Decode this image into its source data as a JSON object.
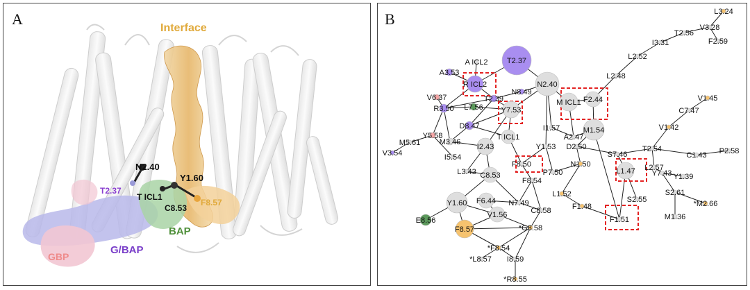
{
  "panel_a": {
    "letter": "A",
    "labels": {
      "interface": "Interface",
      "n240": "N2.40",
      "y160": "Y1.60",
      "t237": "T2.37",
      "ticl1": "T ICL1",
      "c853": "C8.53",
      "f857": "F8.57",
      "bap": "BAP",
      "gbap": "G/BAP",
      "gbp": "GBP"
    },
    "colors": {
      "interface": "#e0a93a",
      "purple": "#8a3fd0",
      "green": "#4f8f3a",
      "pink": "#ef8a8a",
      "gbap": "#7a3fc9"
    }
  },
  "panel_b": {
    "letter": "B",
    "colors": {
      "purple": "#a98ef0",
      "gray": "#dedede",
      "orange": "#f6c36f",
      "green": "#5c9a5c",
      "pink": "#f4a6a6",
      "box": "#e32222"
    },
    "nodes": [
      {
        "id": "L324",
        "label": "L3.24",
        "c": "orange"
      },
      {
        "id": "T256",
        "label": "T2.56",
        "c": "gray"
      },
      {
        "id": "V328",
        "label": "V3.28",
        "c": "gray"
      },
      {
        "id": "F259",
        "label": "F2.59",
        "c": "gray"
      },
      {
        "id": "I331",
        "label": "I3.31",
        "c": "gray"
      },
      {
        "id": "L252",
        "label": "L2.52",
        "c": "gray"
      },
      {
        "id": "L248",
        "label": "L2.48",
        "c": "gray"
      },
      {
        "id": "V145",
        "label": "V1.45",
        "c": "orange"
      },
      {
        "id": "C747",
        "label": "C7.47",
        "c": "gray"
      },
      {
        "id": "V142",
        "label": "V1.42",
        "c": "orange"
      },
      {
        "id": "T254",
        "label": "T2.54",
        "c": "gray"
      },
      {
        "id": "C143",
        "label": "C1.43",
        "c": "gray"
      },
      {
        "id": "P258",
        "label": "P2.58",
        "c": "gray"
      },
      {
        "id": "L257",
        "label": "L2.57",
        "c": "gray"
      },
      {
        "id": "Y743",
        "label": "Y7.43",
        "c": "gray"
      },
      {
        "id": "Y139",
        "label": "Y1.39",
        "c": "gray"
      },
      {
        "id": "S261",
        "label": "S2.61",
        "c": "gray"
      },
      {
        "id": "M266",
        "label": "*M2.66",
        "c": "orange"
      },
      {
        "id": "M136",
        "label": "M1.36",
        "c": "gray"
      },
      {
        "id": "T237",
        "label": "T2.37",
        "c": "purple"
      },
      {
        "id": "AICL2",
        "label": "A ICL2",
        "c": "gray"
      },
      {
        "id": "A353",
        "label": "A3.53",
        "c": "purple"
      },
      {
        "id": "RICL2",
        "label": "R ICL2",
        "c": "purple"
      },
      {
        "id": "N240",
        "label": "N2.40",
        "c": "gray"
      },
      {
        "id": "N849",
        "label": "N8.49",
        "c": "purple"
      },
      {
        "id": "T239",
        "label": "T2.39",
        "c": "purple"
      },
      {
        "id": "MICL1",
        "label": "M ICL1",
        "c": "gray"
      },
      {
        "id": "F244",
        "label": "F2.44",
        "c": "gray"
      },
      {
        "id": "V637",
        "label": "V6.37",
        "c": "pink"
      },
      {
        "id": "R350",
        "label": "R3.50",
        "c": "purple"
      },
      {
        "id": "L756",
        "label": "L7.56",
        "c": "green"
      },
      {
        "id": "Y753",
        "label": "Y7.53",
        "c": "gray"
      },
      {
        "id": "I157",
        "label": "I1.57",
        "c": "gray"
      },
      {
        "id": "M154",
        "label": "M1.54",
        "c": "gray"
      },
      {
        "id": "A247",
        "label": "A2.47",
        "c": "gray"
      },
      {
        "id": "D847",
        "label": "D8.47",
        "c": "purple"
      },
      {
        "id": "Y558",
        "label": "Y5.58",
        "c": "pink"
      },
      {
        "id": "TICL1",
        "label": "T ICL1",
        "c": "gray"
      },
      {
        "id": "M346",
        "label": "M3.46",
        "c": "gray"
      },
      {
        "id": "I243",
        "label": "I2.43",
        "c": "gray"
      },
      {
        "id": "Y153",
        "label": "Y1.53",
        "c": "gray"
      },
      {
        "id": "D250",
        "label": "D2.50",
        "c": "gray"
      },
      {
        "id": "S746",
        "label": "S7.46",
        "c": "gray"
      },
      {
        "id": "M561",
        "label": "M5.61",
        "c": "gray"
      },
      {
        "id": "V354",
        "label": "V3.54",
        "c": "purple"
      },
      {
        "id": "I554",
        "label": "I5.54",
        "c": "gray"
      },
      {
        "id": "N150",
        "label": "N1.50",
        "c": "orange"
      },
      {
        "id": "F850",
        "label": "F8.50",
        "c": "gray"
      },
      {
        "id": "L147",
        "label": "L1.47",
        "c": "gray"
      },
      {
        "id": "L343",
        "label": "L3.43",
        "c": "gray"
      },
      {
        "id": "C853",
        "label": "C8.53",
        "c": "gray"
      },
      {
        "id": "P750",
        "label": "P7.50",
        "c": "gray"
      },
      {
        "id": "F854",
        "label": "F8.54",
        "c": "gray"
      },
      {
        "id": "L152",
        "label": "L1.52",
        "c": "orange"
      },
      {
        "id": "S255",
        "label": "S2.55",
        "c": "gray"
      },
      {
        "id": "F644",
        "label": "F6.44",
        "c": "gray"
      },
      {
        "id": "N749",
        "label": "N7.49",
        "c": "gray"
      },
      {
        "id": "Y160",
        "label": "Y1.60",
        "c": "gray"
      },
      {
        "id": "C858",
        "label": "C8.58",
        "c": "gray"
      },
      {
        "id": "F148",
        "label": "F1.48",
        "c": "orange"
      },
      {
        "id": "F151",
        "label": "F1.51",
        "c": "gray"
      },
      {
        "id": "V156",
        "label": "V1.56",
        "c": "gray"
      },
      {
        "id": "E856",
        "label": "E8.56",
        "c": "green"
      },
      {
        "id": "F857",
        "label": "F8.57",
        "c": "orange"
      },
      {
        "id": "G858",
        "label": "*G8.58",
        "c": "orange"
      },
      {
        "id": "F854b",
        "label": "*F8.54",
        "c": "orange"
      },
      {
        "id": "L857",
        "label": "*L8.57",
        "c": "gray"
      },
      {
        "id": "I859",
        "label": "I8.59",
        "c": "gray"
      },
      {
        "id": "R855",
        "label": "*R8.55",
        "c": "orange"
      }
    ]
  }
}
